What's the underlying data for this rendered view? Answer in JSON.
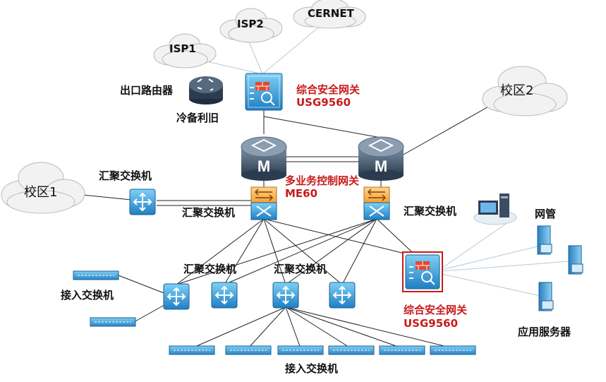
{
  "clouds": {
    "isp1": "ISP1",
    "isp2": "ISP2",
    "cernet": "CERNET",
    "campus1": "校区1",
    "campus2": "校区2"
  },
  "labels": {
    "exit_router": "出口路由器",
    "cold_standby": "冷备利旧",
    "gateway_top_name": "综合安全网关",
    "gateway_top_model": "USG9560",
    "msc_name": "多业务控制网关",
    "msc_model": "ME60",
    "agg_left_top": "汇聚交换机",
    "agg_left_bottom": "汇聚交换机",
    "agg_right": "汇聚交换机",
    "agg_mid1": "汇聚交换机",
    "agg_mid2": "汇聚交换机",
    "access_left": "接入交换机",
    "access_bottom": "接入交换机",
    "netmgmt": "网管",
    "app_servers": "应用服务器",
    "gateway_bottom_name": "综合安全网关",
    "gateway_bottom_model": "USG9560"
  },
  "colors": {
    "device_blue": "#2f86c8",
    "router_dark": "#3d4f63",
    "highlight_red": "#c81a1a",
    "link": "#222222",
    "cloud_fill": "#f2f2f2"
  }
}
